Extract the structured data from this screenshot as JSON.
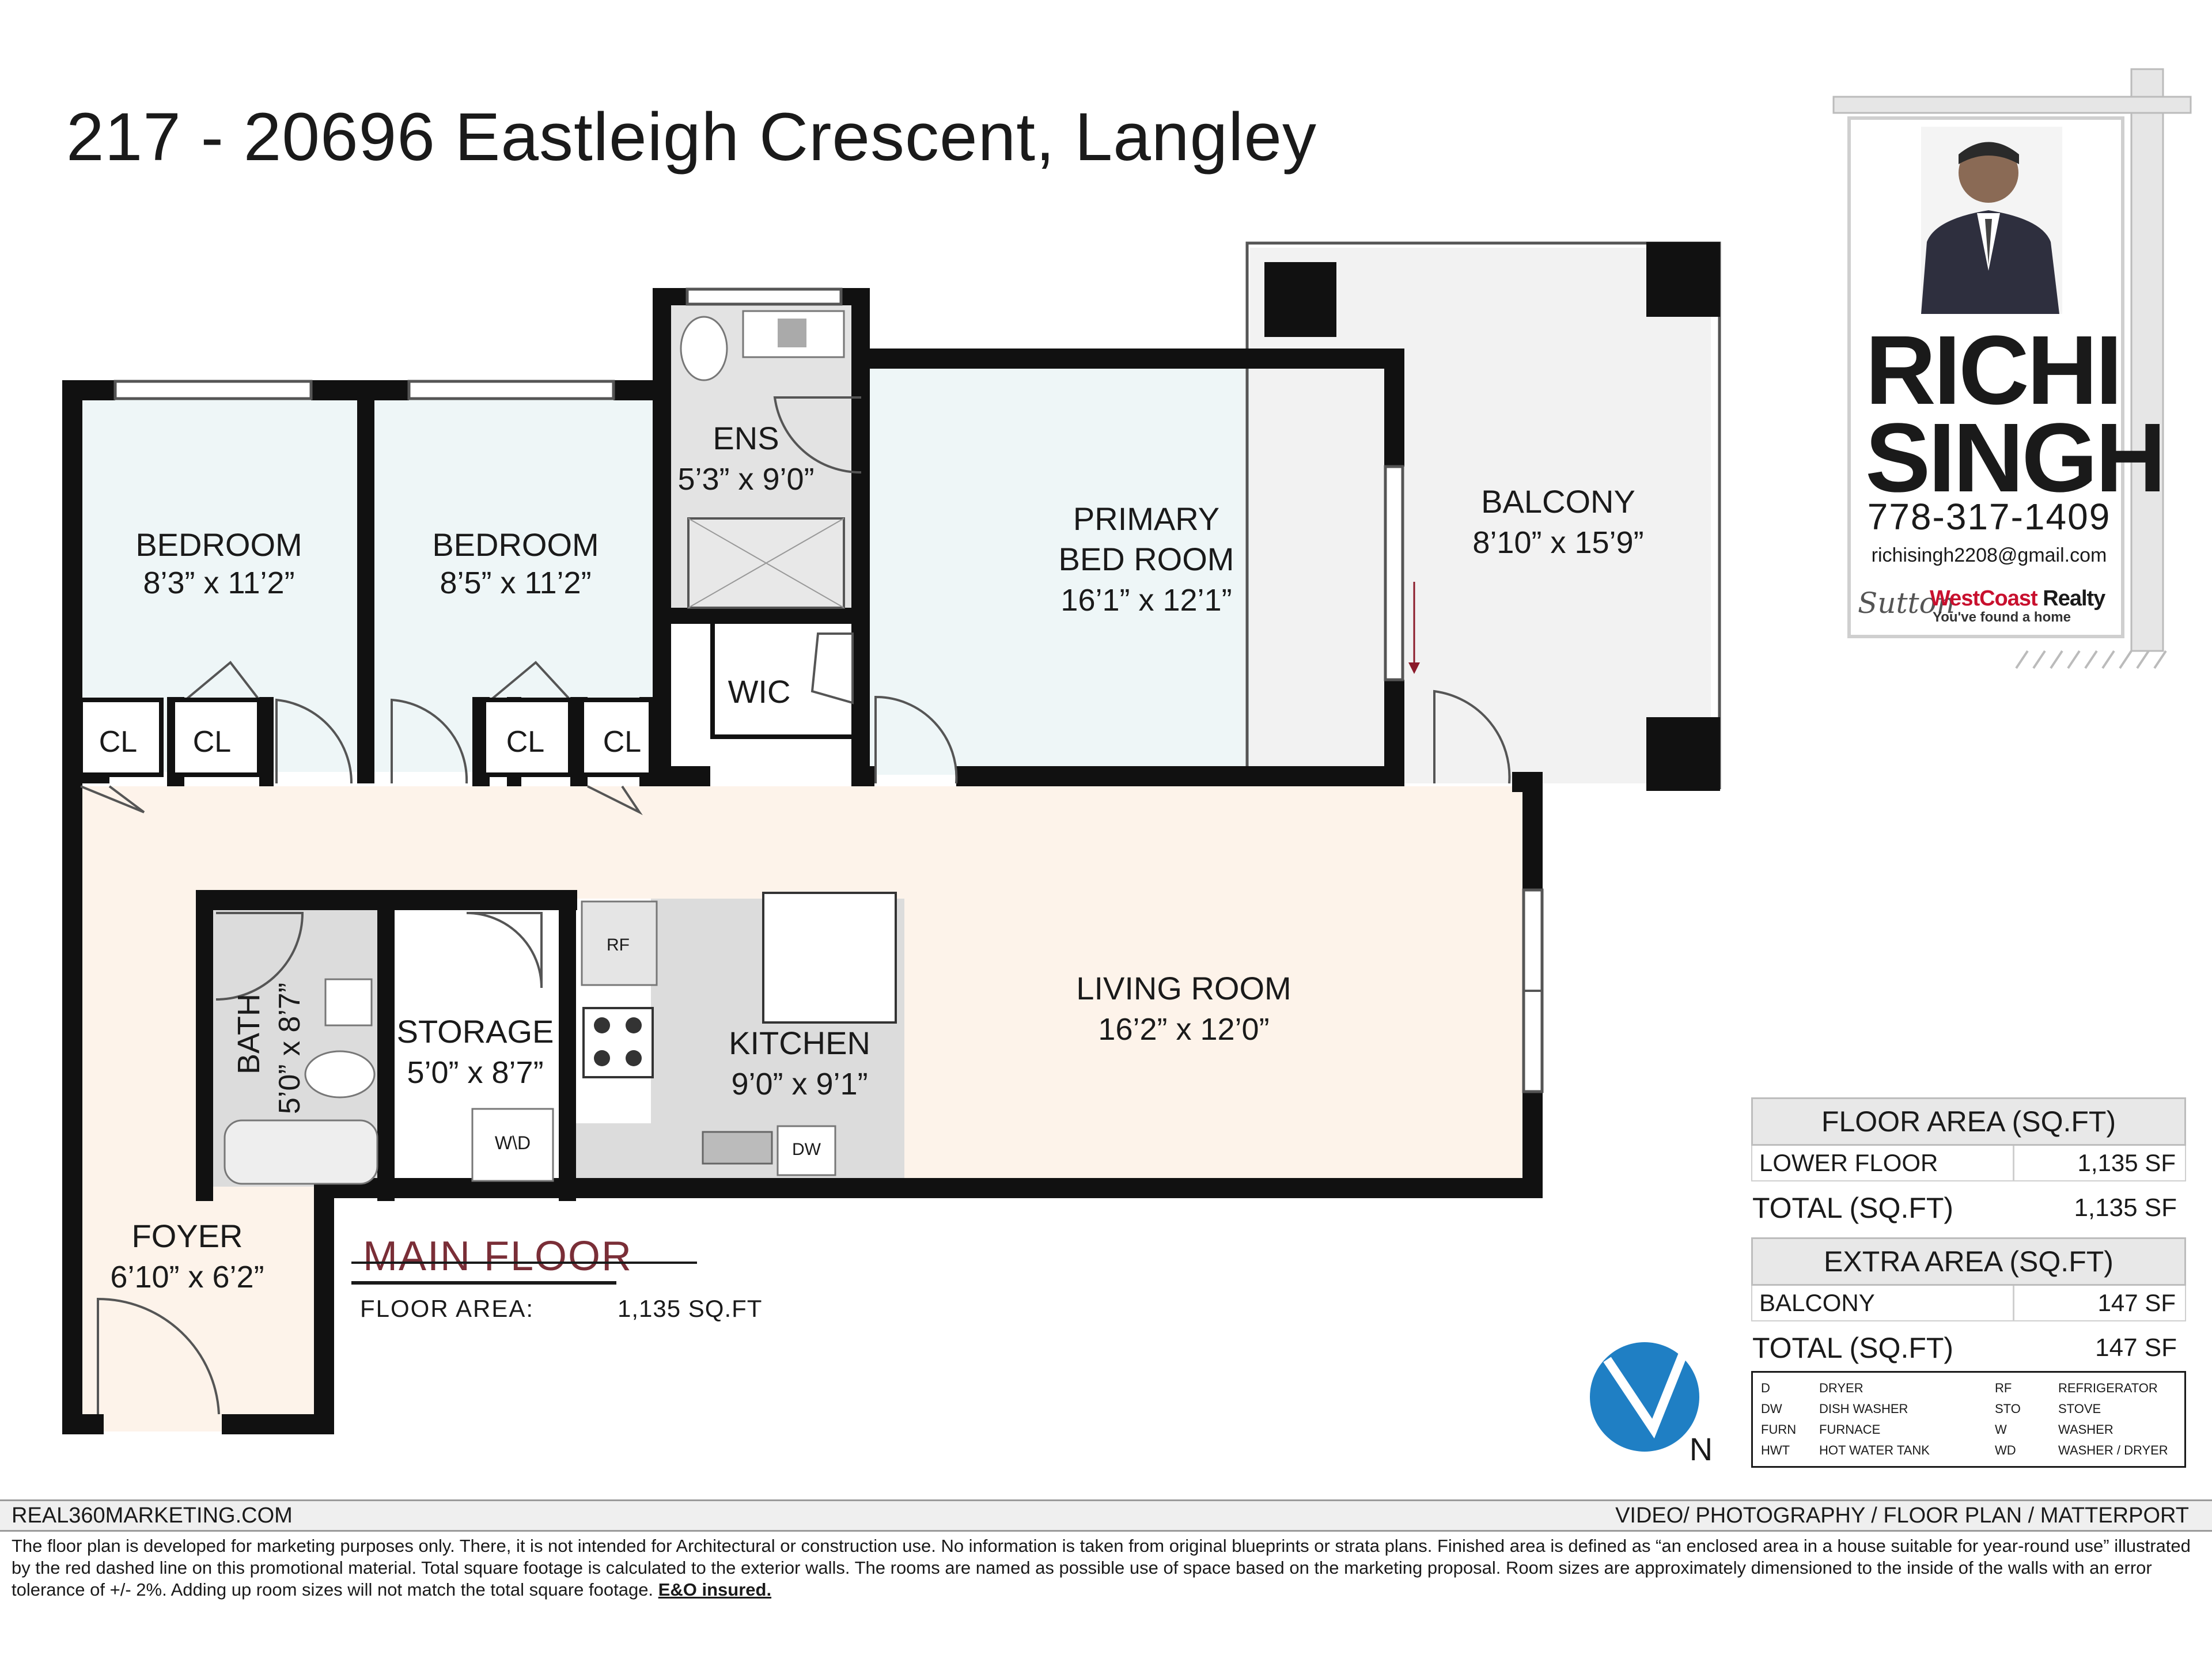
{
  "title": "217 - 20696 Eastleigh Crescent, Langley",
  "rooms": {
    "bedroom1": {
      "name": "BEDROOM",
      "size": "8’3” x 11’2”"
    },
    "bedroom2": {
      "name": "BEDROOM",
      "size": "8’5” x 11’2”"
    },
    "ensuite": {
      "name": "ENS",
      "size": "5’3” x 9’0”"
    },
    "primary": {
      "name_line1": "PRIMARY",
      "name_line2": "BED ROOM",
      "size": "16’1” x 12’1”"
    },
    "balcony": {
      "name": "BALCONY",
      "size": "8’10” x 15’9”"
    },
    "wic": {
      "name": "WIC"
    },
    "closet": "CL",
    "living": {
      "name": "LIVING ROOM",
      "size": "16’2” x 12’0”"
    },
    "kitchen": {
      "name": "KITCHEN",
      "size": "9’0” x 9’1”"
    },
    "storage": {
      "name": "STORAGE",
      "size": "5’0” x 8’7”"
    },
    "bath": {
      "name": "BATH",
      "size": "5’0” x 8’7”"
    },
    "foyer": {
      "name": "FOYER",
      "size": "6’10” x 6’2”"
    },
    "fixtures": {
      "rf": "RF",
      "dw": "DW",
      "wd": "W\\D"
    }
  },
  "floor_label": {
    "name": "MAIN FLOOR",
    "area_label": "FLOOR AREA:",
    "area_value": "1,135 SQ.FT"
  },
  "compass": {
    "label": "N"
  },
  "realtor": {
    "first_name": "RICHI",
    "last_name": "SINGH",
    "phone": "778-317-1409",
    "email": "richisingh2208@gmail.com",
    "brokerage_script": "Sutton",
    "brokerage_name_red": "WestCoast",
    "brokerage_name_dark": "Realty",
    "tagline": "You've found a home"
  },
  "floor_area_table": {
    "header": "FLOOR AREA (SQ.FT)",
    "rows": [
      {
        "label": "LOWER FLOOR",
        "value": "1,135 SF"
      }
    ],
    "total_label": "TOTAL (SQ.FT)",
    "total_value": "1,135 SF"
  },
  "extra_area_table": {
    "header": "EXTRA AREA (SQ.FT)",
    "rows": [
      {
        "label": "BALCONY",
        "value": "147 SF"
      }
    ],
    "total_label": "TOTAL (SQ.FT)",
    "total_value": "147 SF"
  },
  "legend": [
    {
      "abbr": "D",
      "meaning": "DRYER"
    },
    {
      "abbr": "RF",
      "meaning": "REFRIGERATOR"
    },
    {
      "abbr": "DW",
      "meaning": "DISH WASHER"
    },
    {
      "abbr": "STO",
      "meaning": "STOVE"
    },
    {
      "abbr": "FURN",
      "meaning": "FURNACE"
    },
    {
      "abbr": "W",
      "meaning": "WASHER"
    },
    {
      "abbr": "HWT",
      "meaning": "HOT WATER TANK"
    },
    {
      "abbr": "WD",
      "meaning": "WASHER / DRYER"
    }
  ],
  "footer": {
    "left": "REAL360MARKETING.COM",
    "right": "VIDEO/ PHOTOGRAPHY / FLOOR PLAN / MATTERPORT"
  },
  "disclaimer": {
    "text": "The floor plan is developed for marketing purposes only. There, it is not intended for Architectural or construction use. No information is  taken from original blueprints or strata plans. Finished area is defined as  “an enclosed area in a house suitable for year-round use” illustrated by the red dashed line on this promotional material. Total square footage is calculated to the exterior walls. The rooms are named as possible use of space based on the marketing proposal. Room sizes are approximately dimensioned to the inside of the walls with an error tolerance of +/- 2%. Adding up room sizes will not match the total square footage.",
    "insured": "E&O insured."
  },
  "colors": {
    "wall": "#111111",
    "bedroom_fill": "#eef6f7",
    "living_fill": "#fdf3ea",
    "wet_fill": "#dcdcdc",
    "balcony_fill": "#f2f2f2",
    "brand_red": "#c8102e",
    "floor_label": "#7a2e37",
    "compass_blue": "#1f7fc4"
  }
}
